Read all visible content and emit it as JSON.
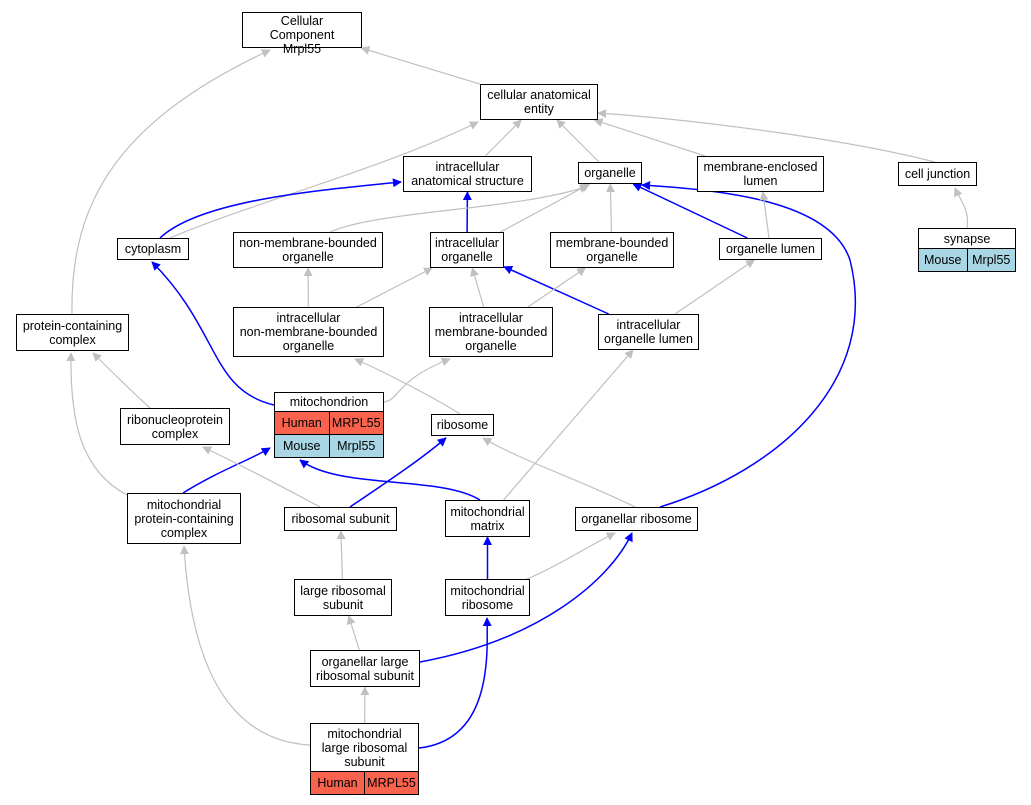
{
  "colors": {
    "gray_edge": "#c0c0c0",
    "blue_edge": "#0000ff",
    "human_fill": "#f9634e",
    "mouse_fill": "#a9d6e5"
  },
  "nodes": {
    "cc_root": {
      "label": "Cellular Component\nMrpl55"
    },
    "cellular_anatomical_entity": {
      "label": "cellular anatomical\nentity"
    },
    "intracellular_anatomical_structure": {
      "label": "intracellular\nanatomical structure"
    },
    "organelle": {
      "label": "organelle"
    },
    "membrane_enclosed_lumen": {
      "label": "membrane-enclosed\nlumen"
    },
    "cell_junction": {
      "label": "cell junction"
    },
    "synapse": {
      "label": "synapse",
      "rows": [
        [
          "Mouse",
          "Mrpl55"
        ]
      ]
    },
    "cytoplasm": {
      "label": "cytoplasm"
    },
    "non_membrane_bounded_organelle": {
      "label": "non-membrane-bounded\norganelle"
    },
    "intracellular_organelle": {
      "label": "intracellular\norganelle"
    },
    "membrane_bounded_organelle": {
      "label": "membrane-bounded\norganelle"
    },
    "organelle_lumen": {
      "label": "organelle lumen"
    },
    "protein_containing_complex": {
      "label": "protein-containing\ncomplex"
    },
    "intracellular_nmb_organelle": {
      "label": "intracellular\nnon-membrane-bounded\norganelle"
    },
    "intracellular_mb_organelle": {
      "label": "intracellular\nmembrane-bounded\norganelle"
    },
    "intracellular_organelle_lumen": {
      "label": "intracellular\norganelle lumen"
    },
    "mitochondrion": {
      "label": "mitochondrion",
      "rows": [
        [
          "Human",
          "MRPL55"
        ],
        [
          "Mouse",
          "Mrpl55"
        ]
      ]
    },
    "ribonucleoprotein_complex": {
      "label": "ribonucleoprotein\ncomplex"
    },
    "ribosome": {
      "label": "ribosome"
    },
    "mito_protein_containing_complex": {
      "label": "mitochondrial\nprotein-containing\ncomplex"
    },
    "ribosomal_subunit": {
      "label": "ribosomal subunit"
    },
    "mitochondrial_matrix": {
      "label": "mitochondrial\nmatrix"
    },
    "organellar_ribosome": {
      "label": "organellar ribosome"
    },
    "large_ribosomal_subunit": {
      "label": "large ribosomal\nsubunit"
    },
    "mitochondrial_ribosome": {
      "label": "mitochondrial\nribosome"
    },
    "organellar_large_ribosomal_subunit": {
      "label": "organellar large\nribosomal subunit"
    },
    "mito_large_ribosomal_subunit": {
      "label": "mitochondrial\nlarge ribosomal\nsubunit",
      "rows": [
        [
          "Human",
          "MRPL55"
        ]
      ]
    }
  },
  "edges": [
    {
      "from": "cellular_anatomical_entity",
      "to": "cc_root",
      "color": "gray"
    },
    {
      "from": "protein_containing_complex",
      "to": "cc_root",
      "color": "gray"
    },
    {
      "from": "cytoplasm",
      "to": "cellular_anatomical_entity",
      "color": "gray"
    },
    {
      "from": "intracellular_anatomical_structure",
      "to": "cellular_anatomical_entity",
      "color": "gray"
    },
    {
      "from": "organelle",
      "to": "cellular_anatomical_entity",
      "color": "gray"
    },
    {
      "from": "membrane_enclosed_lumen",
      "to": "cellular_anatomical_entity",
      "color": "gray"
    },
    {
      "from": "cell_junction",
      "to": "cellular_anatomical_entity",
      "color": "gray"
    },
    {
      "from": "synapse",
      "to": "cell_junction",
      "color": "gray"
    },
    {
      "from": "cytoplasm",
      "to": "intracellular_anatomical_structure",
      "color": "blue"
    },
    {
      "from": "intracellular_organelle",
      "to": "intracellular_anatomical_structure",
      "color": "blue"
    },
    {
      "from": "non_membrane_bounded_organelle",
      "to": "organelle",
      "color": "gray"
    },
    {
      "from": "intracellular_organelle",
      "to": "organelle",
      "color": "gray"
    },
    {
      "from": "membrane_bounded_organelle",
      "to": "organelle",
      "color": "gray"
    },
    {
      "from": "organelle_lumen",
      "to": "organelle",
      "color": "blue"
    },
    {
      "from": "organellar_ribosome",
      "to": "organelle",
      "color": "blue"
    },
    {
      "from": "organelle_lumen",
      "to": "membrane_enclosed_lumen",
      "color": "gray"
    },
    {
      "from": "intracellular_nmb_organelle",
      "to": "non_membrane_bounded_organelle",
      "color": "gray"
    },
    {
      "from": "intracellular_nmb_organelle",
      "to": "intracellular_organelle",
      "color": "gray"
    },
    {
      "from": "intracellular_mb_organelle",
      "to": "intracellular_organelle",
      "color": "gray"
    },
    {
      "from": "intracellular_organelle_lumen",
      "to": "intracellular_organelle",
      "color": "blue"
    },
    {
      "from": "intracellular_mb_organelle",
      "to": "membrane_bounded_organelle",
      "color": "gray"
    },
    {
      "from": "intracellular_organelle_lumen",
      "to": "organelle_lumen",
      "color": "gray"
    },
    {
      "from": "mitochondrion",
      "to": "cytoplasm",
      "color": "blue"
    },
    {
      "from": "mitochondrion",
      "to": "intracellular_mb_organelle",
      "color": "gray"
    },
    {
      "from": "ribosome",
      "to": "intracellular_nmb_organelle",
      "color": "gray"
    },
    {
      "from": "ribonucleoprotein_complex",
      "to": "protein_containing_complex",
      "color": "gray"
    },
    {
      "from": "mito_protein_containing_complex",
      "to": "protein_containing_complex",
      "color": "gray"
    },
    {
      "from": "mito_protein_containing_complex",
      "to": "mitochondrion",
      "color": "blue"
    },
    {
      "from": "mitochondrial_matrix",
      "to": "mitochondrion",
      "color": "blue"
    },
    {
      "from": "ribosomal_subunit",
      "to": "ribonucleoprotein_complex",
      "color": "gray"
    },
    {
      "from": "ribosomal_subunit",
      "to": "ribosome",
      "color": "blue"
    },
    {
      "from": "organellar_ribosome",
      "to": "ribosome",
      "color": "gray"
    },
    {
      "from": "mitochondrial_matrix",
      "to": "intracellular_organelle_lumen",
      "color": "gray"
    },
    {
      "from": "large_ribosomal_subunit",
      "to": "ribosomal_subunit",
      "color": "gray"
    },
    {
      "from": "mitochondrial_ribosome",
      "to": "mitochondrial_matrix",
      "color": "blue"
    },
    {
      "from": "mitochondrial_ribosome",
      "to": "organellar_ribosome",
      "color": "gray"
    },
    {
      "from": "organellar_large_ribosomal_subunit",
      "to": "large_ribosomal_subunit",
      "color": "gray"
    },
    {
      "from": "organellar_large_ribosomal_subunit",
      "to": "organellar_ribosome",
      "color": "blue"
    },
    {
      "from": "mito_large_ribosomal_subunit",
      "to": "organellar_large_ribosomal_subunit",
      "color": "gray"
    },
    {
      "from": "mito_large_ribosomal_subunit",
      "to": "mitochondrial_ribosome",
      "color": "blue"
    },
    {
      "from": "mito_large_ribosomal_subunit",
      "to": "mito_protein_containing_complex",
      "color": "gray"
    }
  ]
}
